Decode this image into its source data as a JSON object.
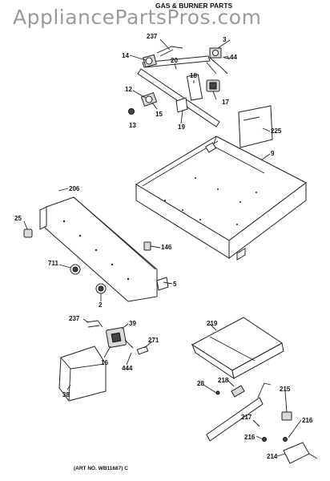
{
  "watermark": "AppliancePartsPros.com",
  "title": "GAS & BURNER PARTS",
  "art_number": "(ART NO. WB11687) C",
  "callouts": [
    "237",
    "3",
    "14",
    "20",
    "44",
    "18",
    "12",
    "17",
    "15",
    "13",
    "19",
    "225",
    "9",
    "206",
    "25",
    "146",
    "711",
    "5",
    "2",
    "237",
    "39",
    "271",
    "16",
    "444",
    "38",
    "219",
    "28",
    "218",
    "215",
    "217",
    "216",
    "216",
    "214"
  ]
}
